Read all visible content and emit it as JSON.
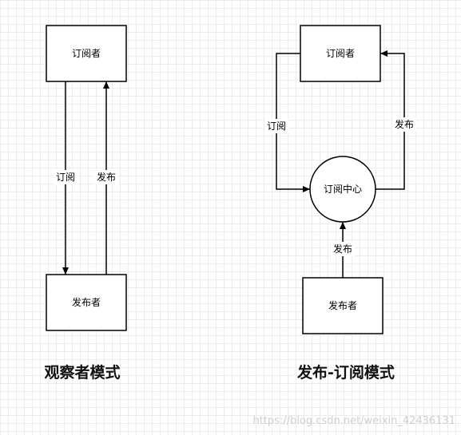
{
  "diagrams": [
    {
      "title": "观察者模式",
      "subscriber": "订阅者",
      "publisher": "发布者",
      "edge_subscribe": "订阅",
      "edge_publish": "发布"
    },
    {
      "title": "发布-订阅模式",
      "subscriber": "订阅者",
      "center": "订阅中心",
      "publisher": "发布者",
      "edge_subscribe": "订阅",
      "edge_publish_to_subscriber": "发布",
      "edge_publish_to_center": "发布"
    }
  ],
  "watermark": "https://blog.csdn.net/weixin_42436131",
  "colors": {
    "stroke": "#000000",
    "node_fill": "#ffffff",
    "grid": "#ececec",
    "watermark": "#cfcfcf"
  }
}
